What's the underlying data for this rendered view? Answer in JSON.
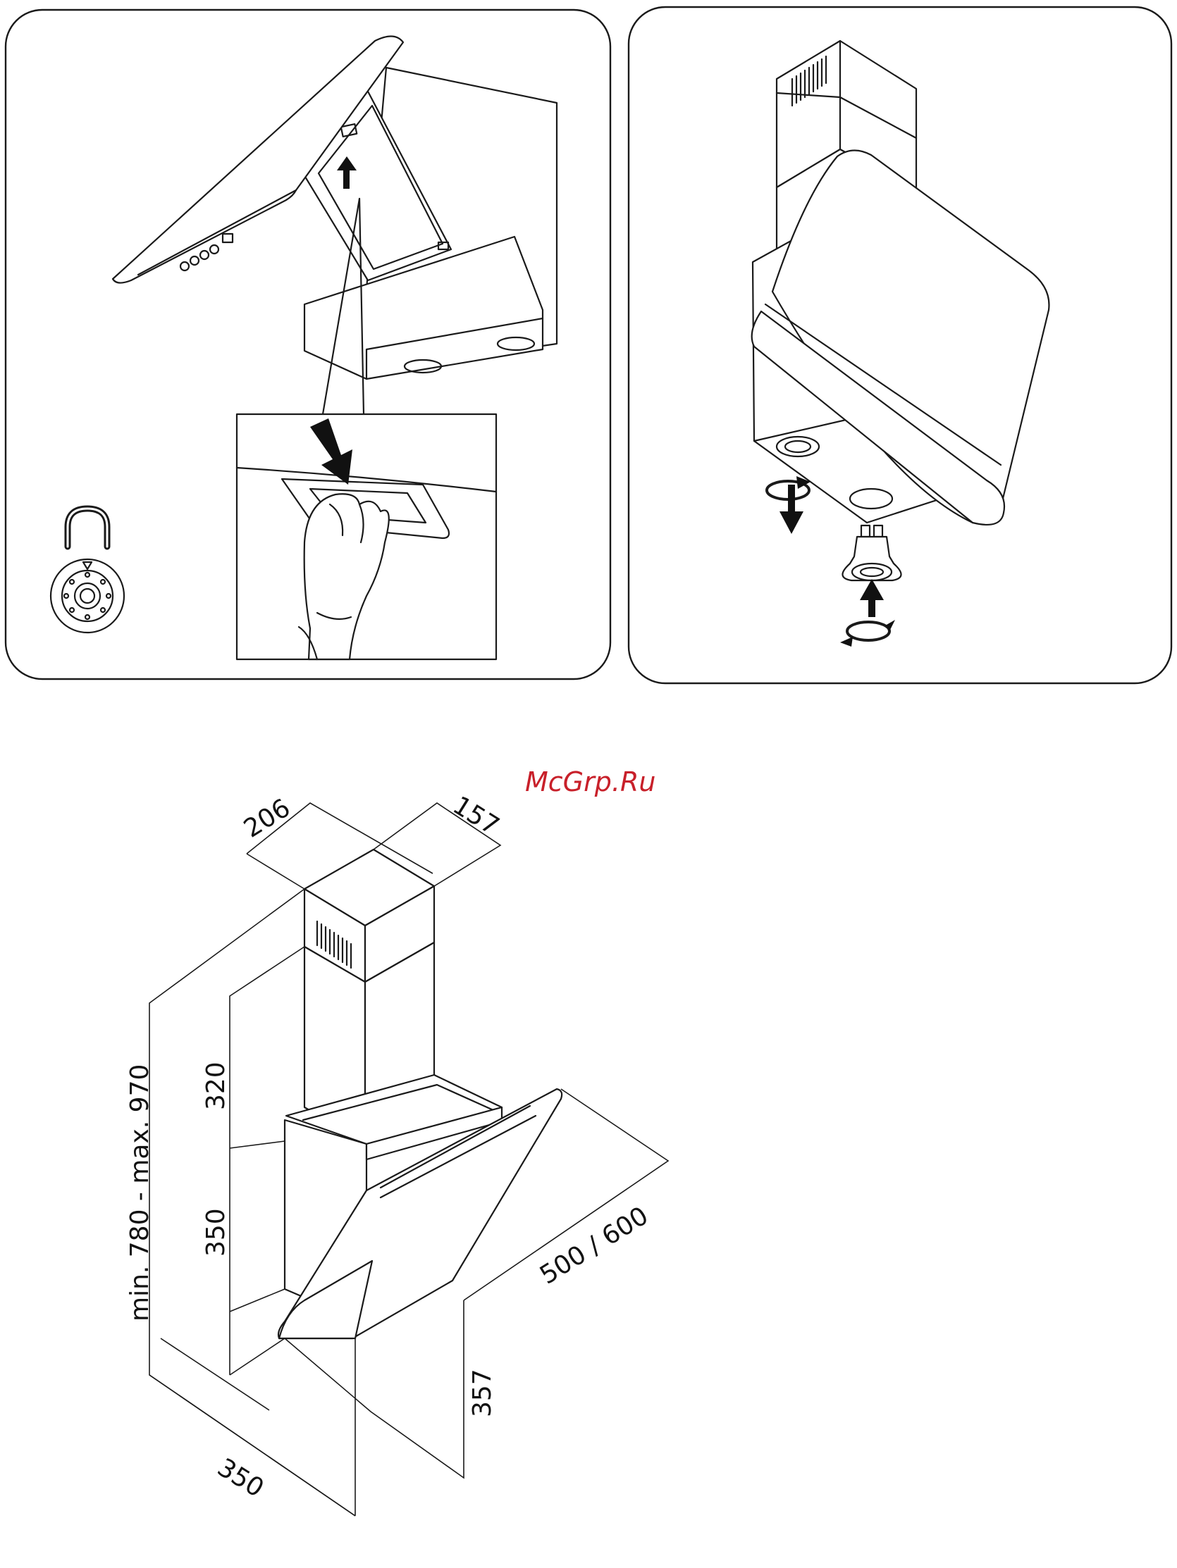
{
  "watermark": "McGrp.Ru",
  "panels": [
    {
      "id": "filter-removal",
      "icons": [
        "padlock-icon",
        "arrow-up-icon",
        "arrow-down-icon",
        "hand-icon"
      ]
    },
    {
      "id": "lamp-replacement",
      "icons": [
        "rotate-icon",
        "arrow-down-icon",
        "arrow-up-icon",
        "bulb-icon"
      ]
    }
  ],
  "dimensions": {
    "chimney_width": "206",
    "chimney_depth": "157",
    "chimney_upper_height": "320",
    "chimney_lower_height": "350",
    "total_height": "min. 780 - max. 970",
    "hood_width": "500 / 600",
    "glass_height": "357",
    "hood_depth": "350"
  },
  "colors": {
    "line": "#1a1a1a",
    "watermark": "#c8202a"
  }
}
